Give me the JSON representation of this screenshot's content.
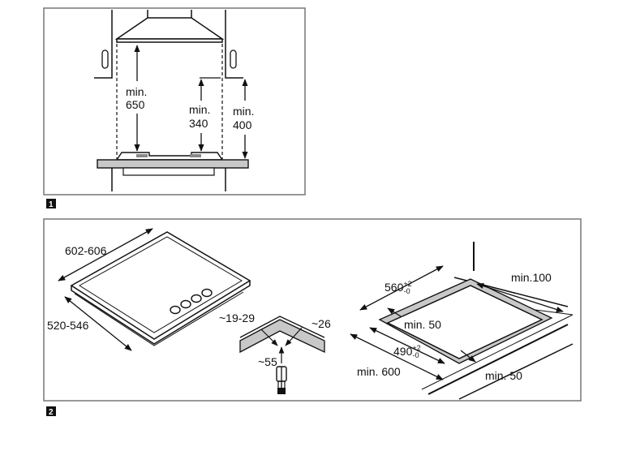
{
  "figure1": {
    "badge": "1",
    "labels": {
      "min_a": "min.",
      "v650": "650",
      "min_b": "min.",
      "v340": "340",
      "min_c": "min.",
      "v400": "400"
    }
  },
  "figure2": {
    "badge": "2",
    "labels": {
      "width": "602-606",
      "depth": "520-546",
      "bend_a": "~19-29",
      "bend_b": "~26",
      "bend_c": "~55",
      "cut_w_base": "560",
      "cut_w_sup": "+2",
      "cut_w_sub": "-0",
      "min100": "min.100",
      "min50_a": "min. 50",
      "cut_d_base": "490",
      "cut_d_sup": "+2",
      "cut_d_sub": "-0",
      "min600": "min. 600",
      "min50_b": "min. 50"
    }
  }
}
